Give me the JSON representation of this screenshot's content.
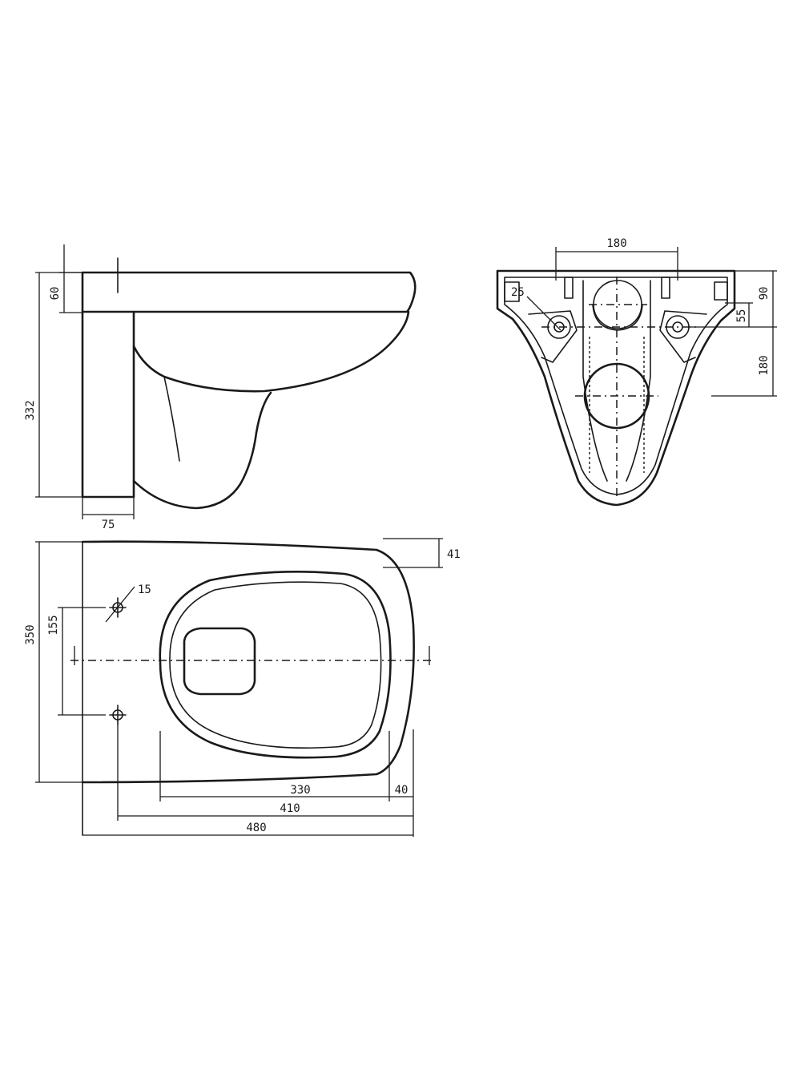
{
  "side_view": {
    "dim_top_height": "60",
    "dim_total_height": "332",
    "dim_wall_depth": "75"
  },
  "front_view": {
    "dim_fixing_span": "180",
    "dim_hole_diameter": "25",
    "dim_top_offset": "90",
    "dim_bolt_height": "55",
    "dim_outlet_height": "180"
  },
  "plan_view": {
    "dim_rim_offset": "41",
    "dim_fixing_diameter": "15",
    "dim_fixing_spacing": "155",
    "dim_total_width": "350",
    "dim_bowl_length": "330",
    "dim_front_gap": "40",
    "dim_fixing_to_front": "410",
    "dim_total_length": "480"
  },
  "colors": {
    "line": "#1a1a1a",
    "background": "#ffffff"
  }
}
